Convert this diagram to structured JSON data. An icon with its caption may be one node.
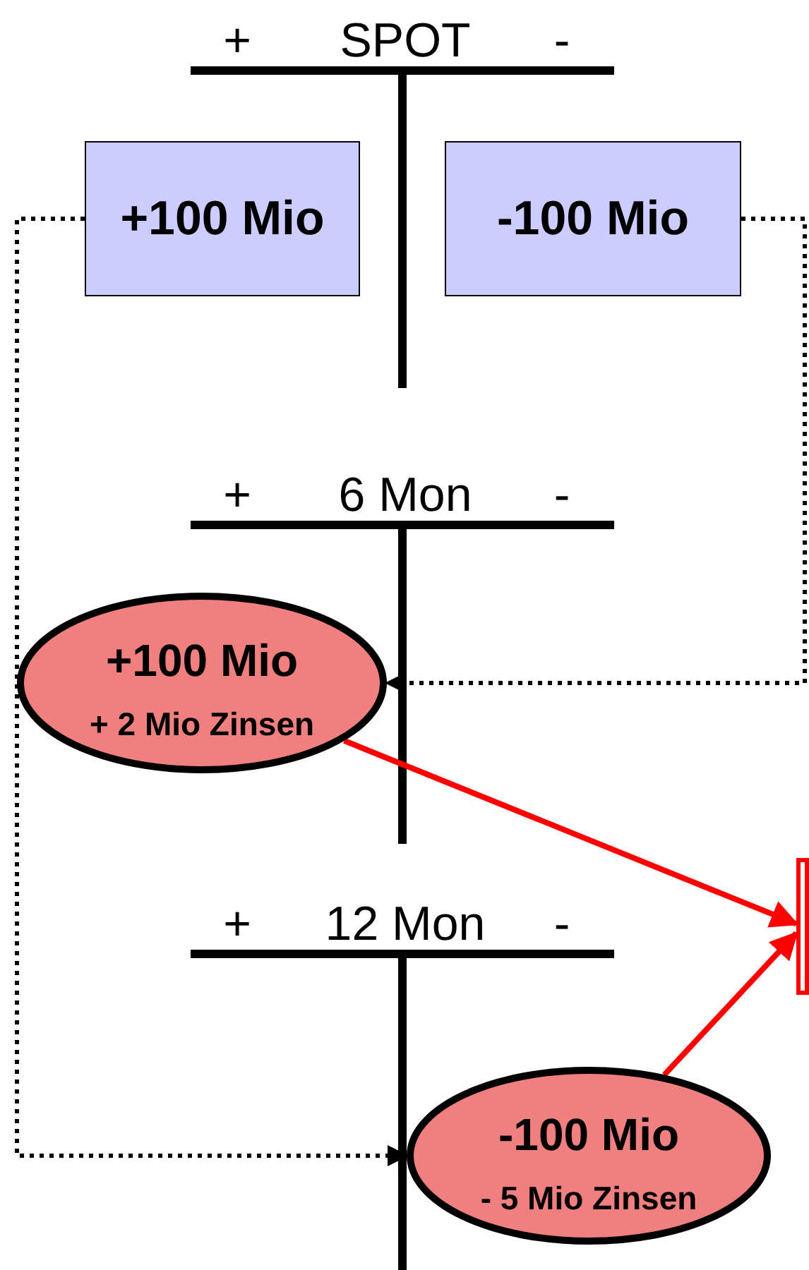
{
  "diagram": {
    "nodes": [
      {
        "text": [
          "+100 Mio"
        ]
      },
      {
        "text": [
          "-100 Mio"
        ]
      },
      {
        "text": [
          "+100 Mio",
          "+ 2 Mio Zinsen"
        ]
      },
      {
        "text": [
          "-100 Mio",
          "- 5 Mio Zinsen"
        ]
      },
      {
        "text": [],
        "shape": "box"
      }
    ],
    "edges": [
      {
        "from": 0,
        "to": 3,
        "arrow": "to",
        "style": "dashed"
      },
      {
        "from": 1,
        "to": 2,
        "arrow": "to",
        "style": "dashed"
      },
      {
        "from": 2,
        "to": 4,
        "arrow": "to",
        "color": "#ff0000"
      },
      {
        "from": 3,
        "to": 4,
        "arrow": "to",
        "color": "#ff0000"
      }
    ],
    "labels": [
      "+",
      "SPOT",
      "-",
      "+",
      "6 Mon",
      "-",
      "+",
      "12 Mon",
      "-"
    ]
  }
}
